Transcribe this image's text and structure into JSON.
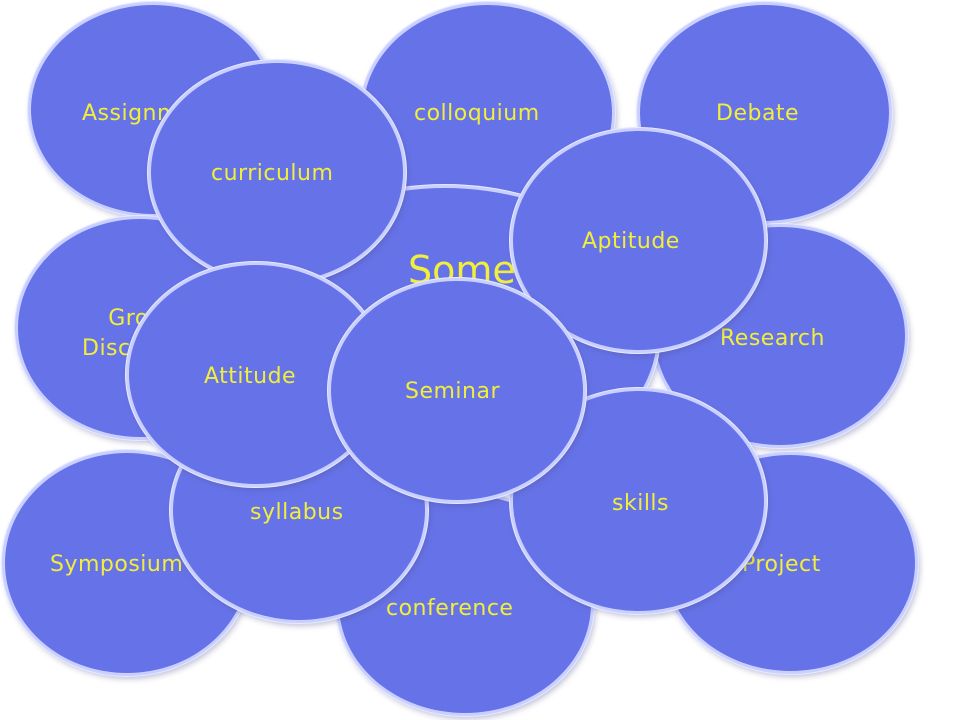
{
  "diagram": {
    "center": "Some",
    "bubbles": {
      "assignment": "Assignment",
      "colloquium": "colloquium",
      "debate": "Debate",
      "curriculum": "curriculum",
      "aptitude": "Aptitude",
      "group_line1": "Group",
      "group_line2": "Discussion",
      "research": "Research",
      "attitude": "Attitude",
      "seminar": "Seminar",
      "symposium": "Symposium",
      "syllabus": "syllabus",
      "conference": "conference",
      "skills": "skills",
      "project": "Project"
    }
  },
  "colors": {
    "bubble_fill": "#6673e8",
    "bubble_border": "#c9d0ff",
    "label_text": "#f2ee3c"
  }
}
